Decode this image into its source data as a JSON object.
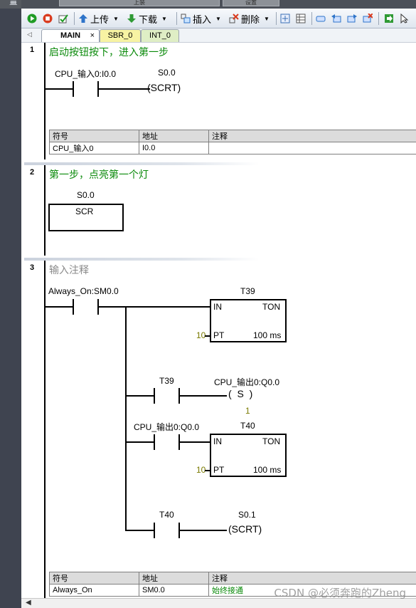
{
  "top": {
    "left_btn": "上装",
    "right_btn": "设置"
  },
  "toolbar": {
    "upload_label": "上传",
    "download_label": "下载",
    "insert_label": "插入",
    "delete_label": "删除"
  },
  "tabs": [
    {
      "label": "MAIN",
      "close": "×"
    },
    {
      "label": "SBR_0"
    },
    {
      "label": "INT_0"
    }
  ],
  "network1": {
    "number": "1",
    "comment": "启动按钮按下，进入第一步",
    "contact_label": "CPU_输入0:I0.0",
    "coil_label": "S0.0",
    "coil_text": "SCRT",
    "table": {
      "headers": [
        "符号",
        "地址",
        "注释"
      ],
      "rows": [
        {
          "symbol": "CPU_输入0",
          "address": "I0.0",
          "comment": ""
        }
      ]
    }
  },
  "network2": {
    "number": "2",
    "comment": "第一步，点亮第一个灯",
    "box_label": "S0.0",
    "box_text": "SCR"
  },
  "network3": {
    "number": "3",
    "comment": "输入注释",
    "main_contact": "Always_On:SM0.0",
    "timer1": {
      "name": "T39",
      "in": "IN",
      "type": "TON",
      "pt": "PT",
      "pt_value": "10",
      "base": "100 ms"
    },
    "contact_t39": "T39",
    "coil_set": {
      "label": "CPU_输出0:Q0.0",
      "text": "S",
      "count": "1"
    },
    "contact_q00": "CPU_输出0:Q0.0",
    "timer2": {
      "name": "T40",
      "in": "IN",
      "type": "TON",
      "pt": "PT",
      "pt_value": "10",
      "base": "100 ms"
    },
    "contact_t40": "T40",
    "coil_scrt": {
      "label": "S0.1",
      "text": "SCRT"
    },
    "table": {
      "headers": [
        "符号",
        "地址",
        "注释"
      ],
      "rows": [
        {
          "symbol": "Always_On",
          "address": "SM0.0",
          "comment": "始终接通"
        }
      ]
    }
  },
  "watermark": "CSDN @必须奔跑的Zheng",
  "colors": {
    "comment_green": "#0a8a0a",
    "tab_sbr": "#f7f3a3",
    "tab_int": "#dfeec5",
    "panel_dark": "#3f4450"
  }
}
